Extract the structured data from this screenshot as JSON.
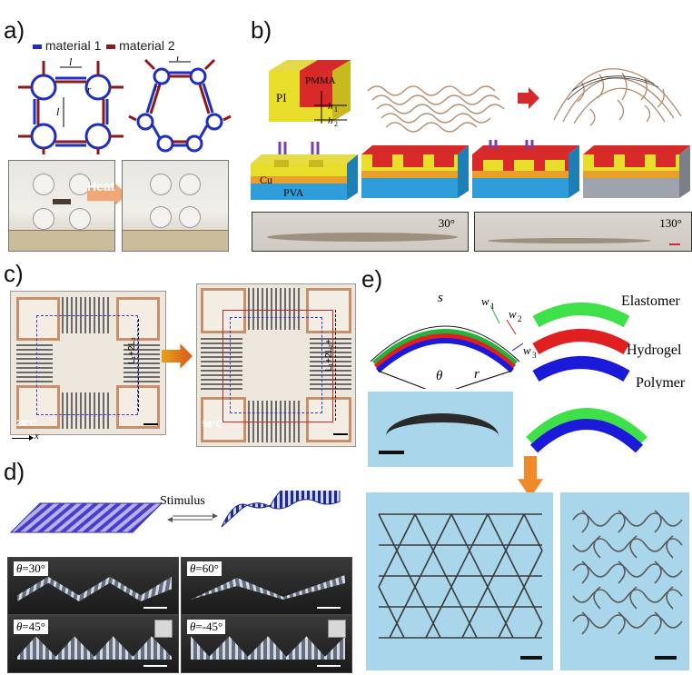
{
  "panels": {
    "a": {
      "label": "a)",
      "legend": {
        "m1": "material 1",
        "m2": "material 2",
        "m1_color": "#1f2fbf",
        "m2_color": "#8b1a1a"
      },
      "arrow_text": "Heat",
      "dim_l": "l",
      "dim_r": "r"
    },
    "b": {
      "label": "b)",
      "layer_pi": "PI",
      "layer_pmma": "PMMA",
      "h1": "h",
      "h1_sub": "1",
      "h2": "h",
      "h2_sub": "2",
      "cu": "Cu",
      "pva": "PVA",
      "angle1": "30°",
      "angle2": "130°"
    },
    "c": {
      "label": "c)",
      "dim_left": "L₁+2L₂",
      "dim_right": "L₁+2L₂+",
      "temp_left": "26°C",
      "temp_right": "56°C",
      "axis": "x"
    },
    "d": {
      "label": "d)",
      "stimulus": "Stimulus",
      "theta": "θ",
      "angles": [
        "=30°",
        "=60°",
        "=45°",
        "=-45°"
      ]
    },
    "e": {
      "label": "e)",
      "s": "s",
      "w1": "w",
      "w1_sub": "1",
      "w2": "w",
      "w2_sub": "2",
      "w3": "w",
      "w3_sub": "3",
      "theta": "θ",
      "r": "r",
      "elastomer": "Elastomer",
      "hydrogel": "Hydrogel",
      "polymer": "Polymer"
    }
  }
}
